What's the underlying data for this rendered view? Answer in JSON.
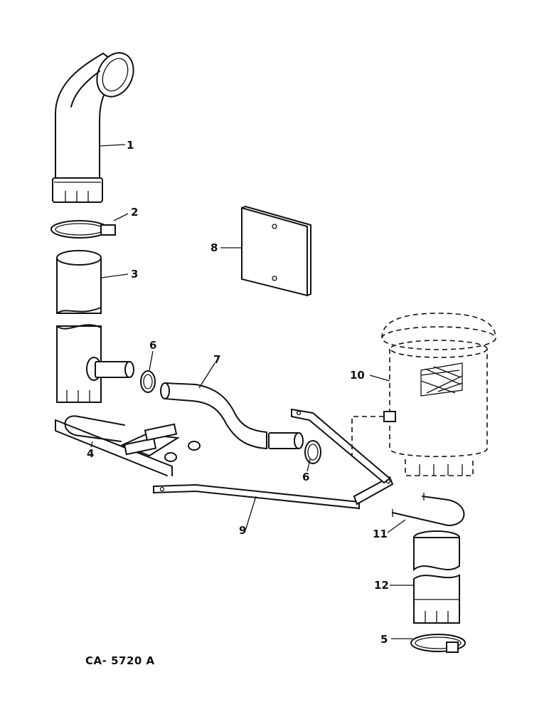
{
  "callouts": {
    "c1": "1",
    "c2": "2",
    "c3": "3",
    "c4": "4",
    "c5": "5",
    "c6a": "6",
    "c6b": "6",
    "c7": "7",
    "c8": "8",
    "c9": "9",
    "c10": "10",
    "c11": "11",
    "c12": "12"
  },
  "figure_code": "CA- 5720 A"
}
